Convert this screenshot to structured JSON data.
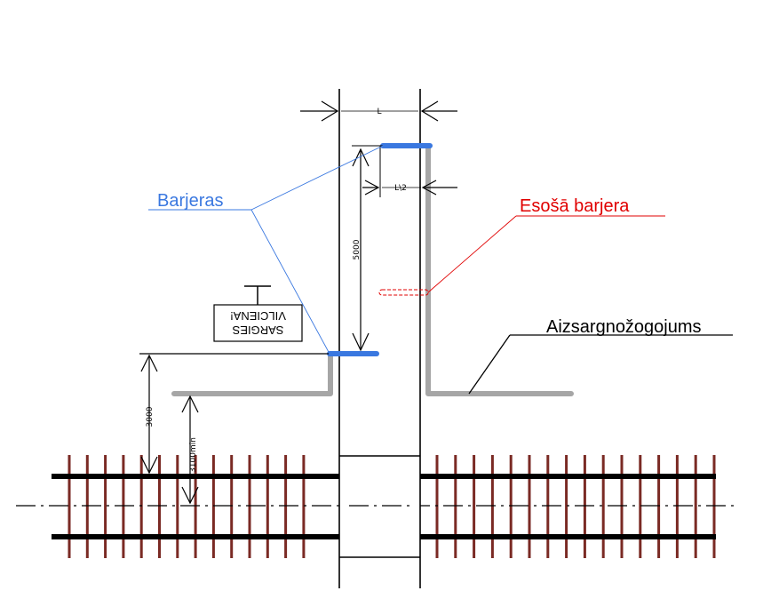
{
  "labels": {
    "barriers": "Barjeras",
    "existing_barrier": "Esošā barjera",
    "protective_fence": "Aizsargnožogojums"
  },
  "sign": {
    "line1": "SARGIES",
    "line2": "VILCIENA!"
  },
  "dimensions": {
    "road_width": "L",
    "half_width": "L\\2",
    "barrier_spacing": "5000",
    "barrier_offset": "3000",
    "fence_min": "3100min"
  },
  "colors": {
    "barrier_blue": "#3a78e0",
    "existing_red": "#e00000",
    "fence_gray": "#a6a6a6",
    "sleeper_brown": "#7a2a24",
    "rail_black": "#000000"
  }
}
